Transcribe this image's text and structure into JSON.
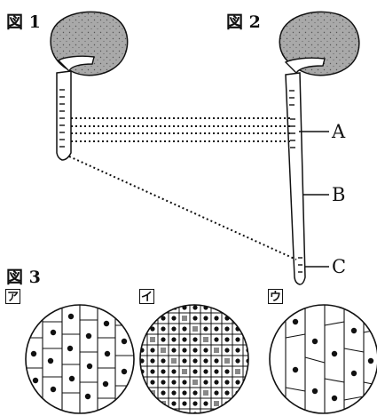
{
  "figures": [
    {
      "label": "図 1"
    },
    {
      "label": "図 2"
    },
    {
      "label": "図 3"
    }
  ],
  "region_labels": [
    "A",
    "B",
    "C"
  ],
  "panel_labels": [
    "ア",
    "イ",
    "ウ"
  ],
  "colors": {
    "ink": "#111111",
    "seed_fill": "#a9a9a9"
  }
}
